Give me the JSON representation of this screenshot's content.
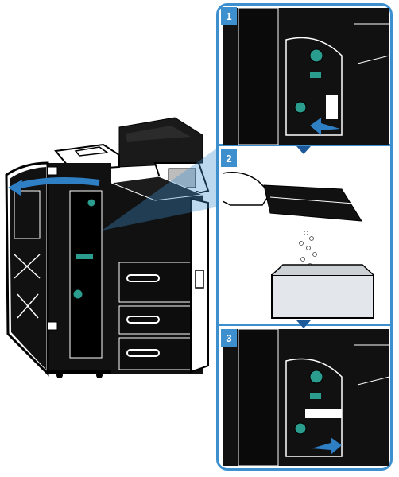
{
  "steps": [
    {
      "number": "1"
    },
    {
      "number": "2"
    },
    {
      "number": "3"
    }
  ],
  "colors": {
    "accent": "#3d8fce",
    "machine": "#111111",
    "highlight": "#2a9d8f",
    "arrow": "#2f7fc4"
  }
}
